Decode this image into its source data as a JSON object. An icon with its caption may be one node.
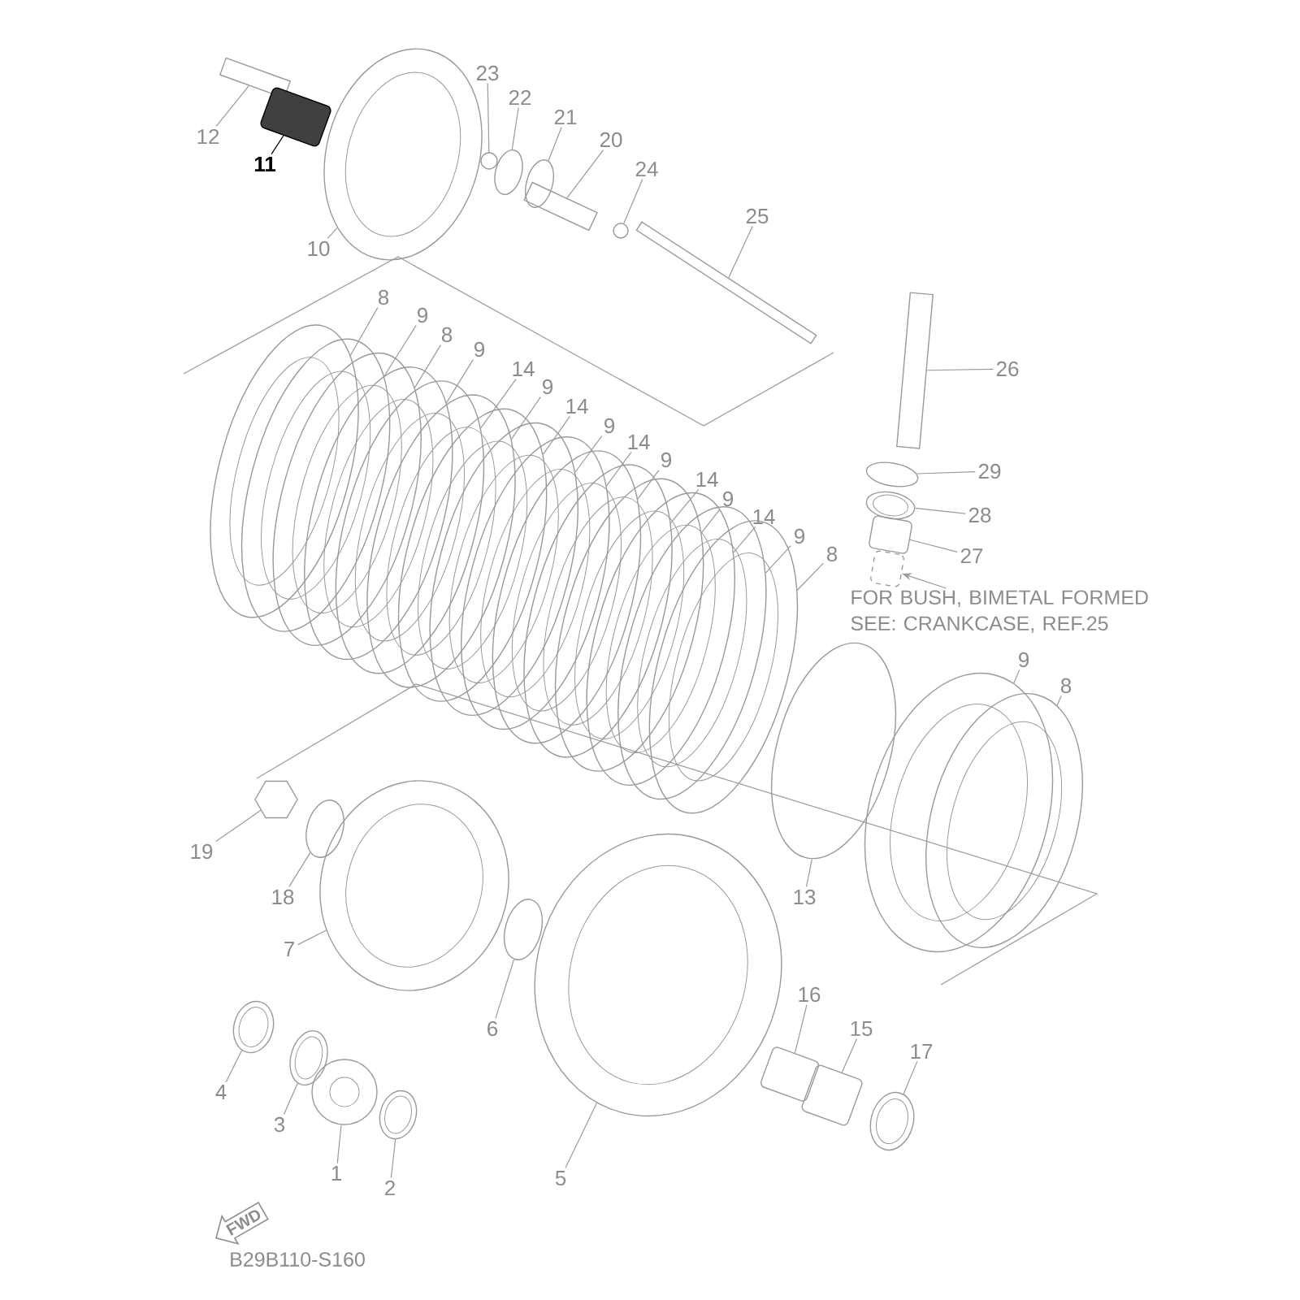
{
  "diagram": {
    "nodes": [
      {
        "text": [
          "23"
        ]
      },
      {
        "text": [
          "22"
        ]
      },
      {
        "text": [
          "21"
        ]
      },
      {
        "text": [
          "12"
        ]
      },
      {
        "text": [
          "20"
        ]
      },
      {
        "text": [
          "11"
        ]
      },
      {
        "text": [
          "24"
        ]
      },
      {
        "text": [
          "25"
        ]
      },
      {
        "text": [
          "10"
        ]
      },
      {
        "text": [
          "8"
        ]
      },
      {
        "text": [
          "9"
        ]
      },
      {
        "text": [
          "8"
        ]
      },
      {
        "text": [
          "9"
        ]
      },
      {
        "text": [
          "26"
        ]
      },
      {
        "text": [
          "14"
        ]
      },
      {
        "text": [
          "9"
        ]
      },
      {
        "text": [
          "14"
        ]
      },
      {
        "text": [
          "9"
        ]
      },
      {
        "text": [
          "14"
        ]
      },
      {
        "text": [
          "9"
        ]
      },
      {
        "text": [
          "29"
        ]
      },
      {
        "text": [
          "14"
        ]
      },
      {
        "text": [
          "9"
        ]
      },
      {
        "text": [
          "28"
        ]
      },
      {
        "text": [
          "14"
        ]
      },
      {
        "text": [
          "9"
        ]
      },
      {
        "text": [
          "8"
        ]
      },
      {
        "text": [
          "27"
        ]
      },
      {
        "text": [
          "FOR BUSH, BIMETAL FORMED SEE: CRANKCASE, REF.25"
        ]
      },
      {
        "text": [
          "9"
        ]
      },
      {
        "text": [
          "8"
        ]
      },
      {
        "text": [
          "19"
        ]
      },
      {
        "text": [
          "13"
        ]
      },
      {
        "text": [
          "18"
        ]
      },
      {
        "text": [
          "7"
        ]
      },
      {
        "text": [
          "16"
        ]
      },
      {
        "text": [
          "6"
        ]
      },
      {
        "text": [
          "15"
        ]
      },
      {
        "text": [
          "17"
        ]
      },
      {
        "text": [
          "4"
        ]
      },
      {
        "text": [
          "3"
        ]
      },
      {
        "text": [
          "1"
        ]
      },
      {
        "text": [
          "5"
        ]
      },
      {
        "text": [
          "2"
        ]
      },
      {
        "text": [
          "FWD"
        ]
      },
      {
        "text": [],
        "shape": "bar"
      },
      {
        "text": [],
        "shape": "cylinder"
      },
      {
        "text": [],
        "shape": "ellipse"
      },
      {
        "text": [],
        "shape": "circle"
      },
      {
        "text": [],
        "shape": "ellipse"
      },
      {
        "text": [],
        "shape": "ellipse"
      },
      {
        "text": [],
        "shape": "bar"
      },
      {
        "text": [],
        "shape": "circle"
      },
      {
        "text": [],
        "shape": "bar"
      },
      {
        "text": [],
        "shape": "bar"
      },
      {
        "text": [],
        "shape": "ellipse"
      },
      {
        "text": [],
        "shape": "ellipse"
      },
      {
        "text": [],
        "shape": "ellipse"
      },
      {
        "text": [],
        "shape": "ellipse"
      },
      {
        "text": [],
        "shape": "ellipse"
      },
      {
        "text": [],
        "shape": "ellipse"
      },
      {
        "text": [],
        "shape": "ellipse"
      },
      {
        "text": [],
        "shape": "ellipse"
      },
      {
        "text": [],
        "shape": "ellipse"
      },
      {
        "text": [],
        "shape": "ellipse"
      },
      {
        "text": [],
        "shape": "ellipse"
      },
      {
        "text": [],
        "shape": "ellipse"
      },
      {
        "text": [],
        "shape": "ellipse"
      },
      {
        "text": [],
        "shape": "ellipse"
      },
      {
        "text": [],
        "shape": "ellipse"
      },
      {
        "text": [],
        "shape": "ellipse"
      },
      {
        "text": [],
        "shape": "ellipse"
      },
      {
        "text": [],
        "shape": "cylinder"
      },
      {
        "text": [],
        "shape": "cylinder"
      },
      {
        "text": [],
        "shape": "ellipse"
      },
      {
        "text": [],
        "shape": "ellipse"
      },
      {
        "text": [],
        "shape": "ellipse"
      },
      {
        "text": [],
        "shape": "hexagon"
      },
      {
        "text": [],
        "shape": "ellipse"
      },
      {
        "text": [],
        "shape": "ellipse"
      },
      {
        "text": [],
        "shape": "ellipse"
      },
      {
        "text": [],
        "shape": "ellipse"
      },
      {
        "text": [],
        "shape": "ellipse"
      },
      {
        "text": [],
        "shape": "circle"
      },
      {
        "text": [],
        "shape": "ellipse"
      },
      {
        "text": [],
        "shape": "ellipse"
      },
      {
        "text": [],
        "shape": "cylinder"
      },
      {
        "text": [],
        "shape": "cylinder"
      },
      {
        "text": [],
        "shape": "ellipse"
      }
    ],
    "edges": [
      {
        "from": 0,
        "to": 48,
        "arrow": "none"
      },
      {
        "from": 1,
        "to": 49,
        "arrow": "none"
      },
      {
        "from": 2,
        "to": 50,
        "arrow": "none"
      },
      {
        "from": 3,
        "to": 45,
        "arrow": "none"
      },
      {
        "from": 4,
        "to": 51,
        "arrow": "none"
      },
      {
        "from": 5,
        "to": 46,
        "arrow": "none",
        "color": "#000000"
      },
      {
        "from": 6,
        "to": 52,
        "arrow": "none"
      },
      {
        "from": 7,
        "to": 53,
        "arrow": "none"
      },
      {
        "from": 8,
        "to": 47,
        "arrow": "none"
      },
      {
        "from": 9,
        "to": 55,
        "arrow": "none"
      },
      {
        "from": 10,
        "to": 56,
        "arrow": "none"
      },
      {
        "from": 11,
        "to": 57,
        "arrow": "none"
      },
      {
        "from": 12,
        "to": 58,
        "arrow": "none"
      },
      {
        "from": 14,
        "to": 59,
        "arrow": "none"
      },
      {
        "from": 15,
        "to": 60,
        "arrow": "none"
      },
      {
        "from": 16,
        "to": 61,
        "arrow": "none"
      },
      {
        "from": 17,
        "to": 62,
        "arrow": "none"
      },
      {
        "from": 18,
        "to": 63,
        "arrow": "none"
      },
      {
        "from": 19,
        "to": 64,
        "arrow": "none"
      },
      {
        "from": 21,
        "to": 65,
        "arrow": "none"
      },
      {
        "from": 22,
        "to": 66,
        "arrow": "none"
      },
      {
        "from": 24,
        "to": 67,
        "arrow": "none"
      },
      {
        "from": 25,
        "to": 68,
        "arrow": "none"
      },
      {
        "from": 26,
        "to": 69,
        "arrow": "none"
      },
      {
        "from": 13,
        "to": 54,
        "arrow": "none"
      },
      {
        "from": 20,
        "to": 70,
        "arrow": "none"
      },
      {
        "from": 23,
        "to": 71,
        "arrow": "none"
      },
      {
        "from": 27,
        "to": 72,
        "arrow": "none"
      },
      {
        "from": 28,
        "to": 73,
        "arrow": "to"
      },
      {
        "from": 29,
        "to": 75,
        "arrow": "none"
      },
      {
        "from": 30,
        "to": 76,
        "arrow": "none"
      },
      {
        "from": 31,
        "to": 77,
        "arrow": "none"
      },
      {
        "from": 32,
        "to": 74,
        "arrow": "none"
      },
      {
        "from": 33,
        "to": 78,
        "arrow": "none"
      },
      {
        "from": 34,
        "to": 79,
        "arrow": "none"
      },
      {
        "from": 35,
        "to": 86,
        "arrow": "none"
      },
      {
        "from": 36,
        "to": 80,
        "arrow": "none"
      },
      {
        "from": 37,
        "to": 87,
        "arrow": "none"
      },
      {
        "from": 38,
        "to": 88,
        "arrow": "none"
      },
      {
        "from": 39,
        "to": 81,
        "arrow": "none"
      },
      {
        "from": 40,
        "to": 82,
        "arrow": "none"
      },
      {
        "from": 41,
        "to": 83,
        "arrow": "none"
      },
      {
        "from": 42,
        "to": 85,
        "arrow": "none"
      },
      {
        "from": 43,
        "to": 84,
        "arrow": "none"
      }
    ],
    "labels": [
      "B29B110-S160"
    ]
  }
}
